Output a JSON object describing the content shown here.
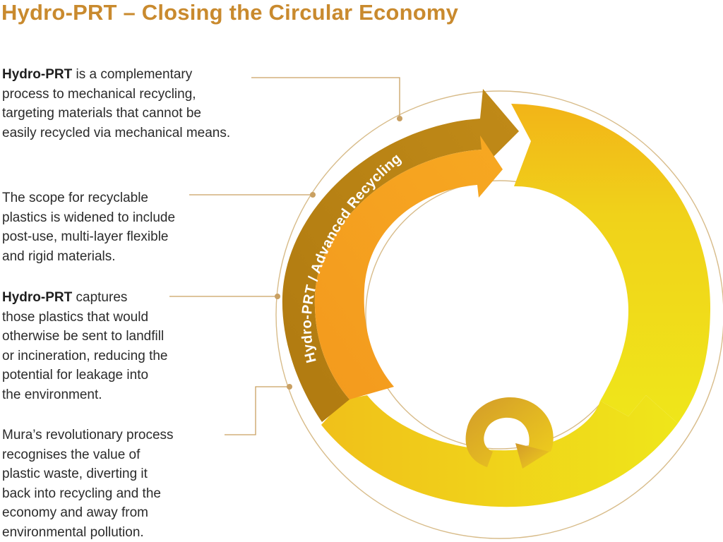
{
  "title": "Hydro-PRT – Closing the Circular Economy",
  "paragraphs": [
    {
      "bold": "Hydro-PRT",
      "text": " is a complementary\nprocess to mechanical recycling,\ntargeting materials that cannot be\neasily recycled via mechanical means."
    },
    {
      "bold": "",
      "text": "The scope for recyclable\nplastics is widened to include\npost-use, multi-layer flexible\nand rigid materials."
    },
    {
      "bold": "Hydro-PRT",
      "text": " captures\nthose plastics that would\notherwise be sent to landfill\nor incineration, reducing the\npotential for leakage into\nthe environment."
    },
    {
      "bold": "",
      "text": "Mura’s  revolutionary process\nrecognises the value of\nplastic waste, diverting it\nback into recycling and the\neconomy and away from\nenvironmental pollution."
    }
  ],
  "diagram": {
    "arrow_label": "Hydro-PRT / Advanced Recycling",
    "colors": {
      "title": "#c98a2e",
      "dark_gold": "#b47e14",
      "orange": "#f5a51f",
      "yellow": "#efe21a",
      "connector": "#c9a062"
    },
    "icon": "refresh-loop-icon"
  }
}
